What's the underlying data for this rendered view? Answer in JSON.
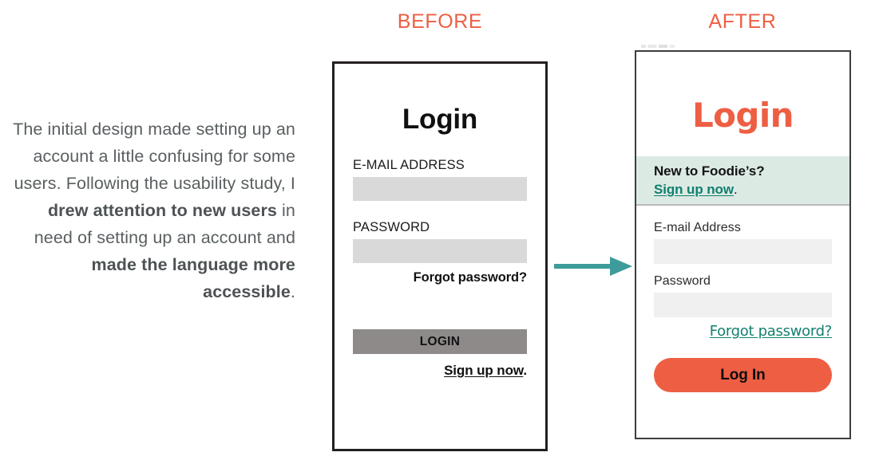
{
  "narrative": {
    "segments": [
      {
        "text": "The initial design made setting up an account a little confusing for some users. Following the usability study, I ",
        "bold": false
      },
      {
        "text": "drew attention to new users",
        "bold": true
      },
      {
        "text": " in need of setting up an account and ",
        "bold": false
      },
      {
        "text": "made the language more accessible",
        "bold": true
      },
      {
        "text": ".",
        "bold": false
      }
    ]
  },
  "headers": {
    "before": "BEFORE",
    "after": "AFTER"
  },
  "before_screen": {
    "title": "Login",
    "email_label": "E-MAIL ADDRESS",
    "email_value": "",
    "password_label": "PASSWORD",
    "password_value": "",
    "forgot_password": "Forgot password?",
    "login_button": "LOGIN",
    "signup_link_text": "Sign up now",
    "signup_period": "."
  },
  "after_screen": {
    "title": "Login",
    "banner_question": "New to Foodie’s?",
    "banner_link": "Sign up now",
    "banner_period": ".",
    "email_label": "E-mail Address",
    "email_value": "",
    "password_label": "Password",
    "password_value": "",
    "forgot_password": "Forgot password?",
    "login_button": "Log In"
  },
  "arrow": {
    "name": "transition-arrow",
    "direction": "right"
  },
  "colors": {
    "accent_orange": "#EE5E43",
    "teal_arrow": "#3E9B9B",
    "teal_link": "#14806F",
    "banner_mint": "#DCEAE4",
    "before_button_gray": "#8E8A8A",
    "before_input_gray": "#D9D9D9",
    "after_input_gray": "#F0F0F0",
    "body_text_gray": "#5A5F61",
    "frame_black": "#231F20"
  }
}
